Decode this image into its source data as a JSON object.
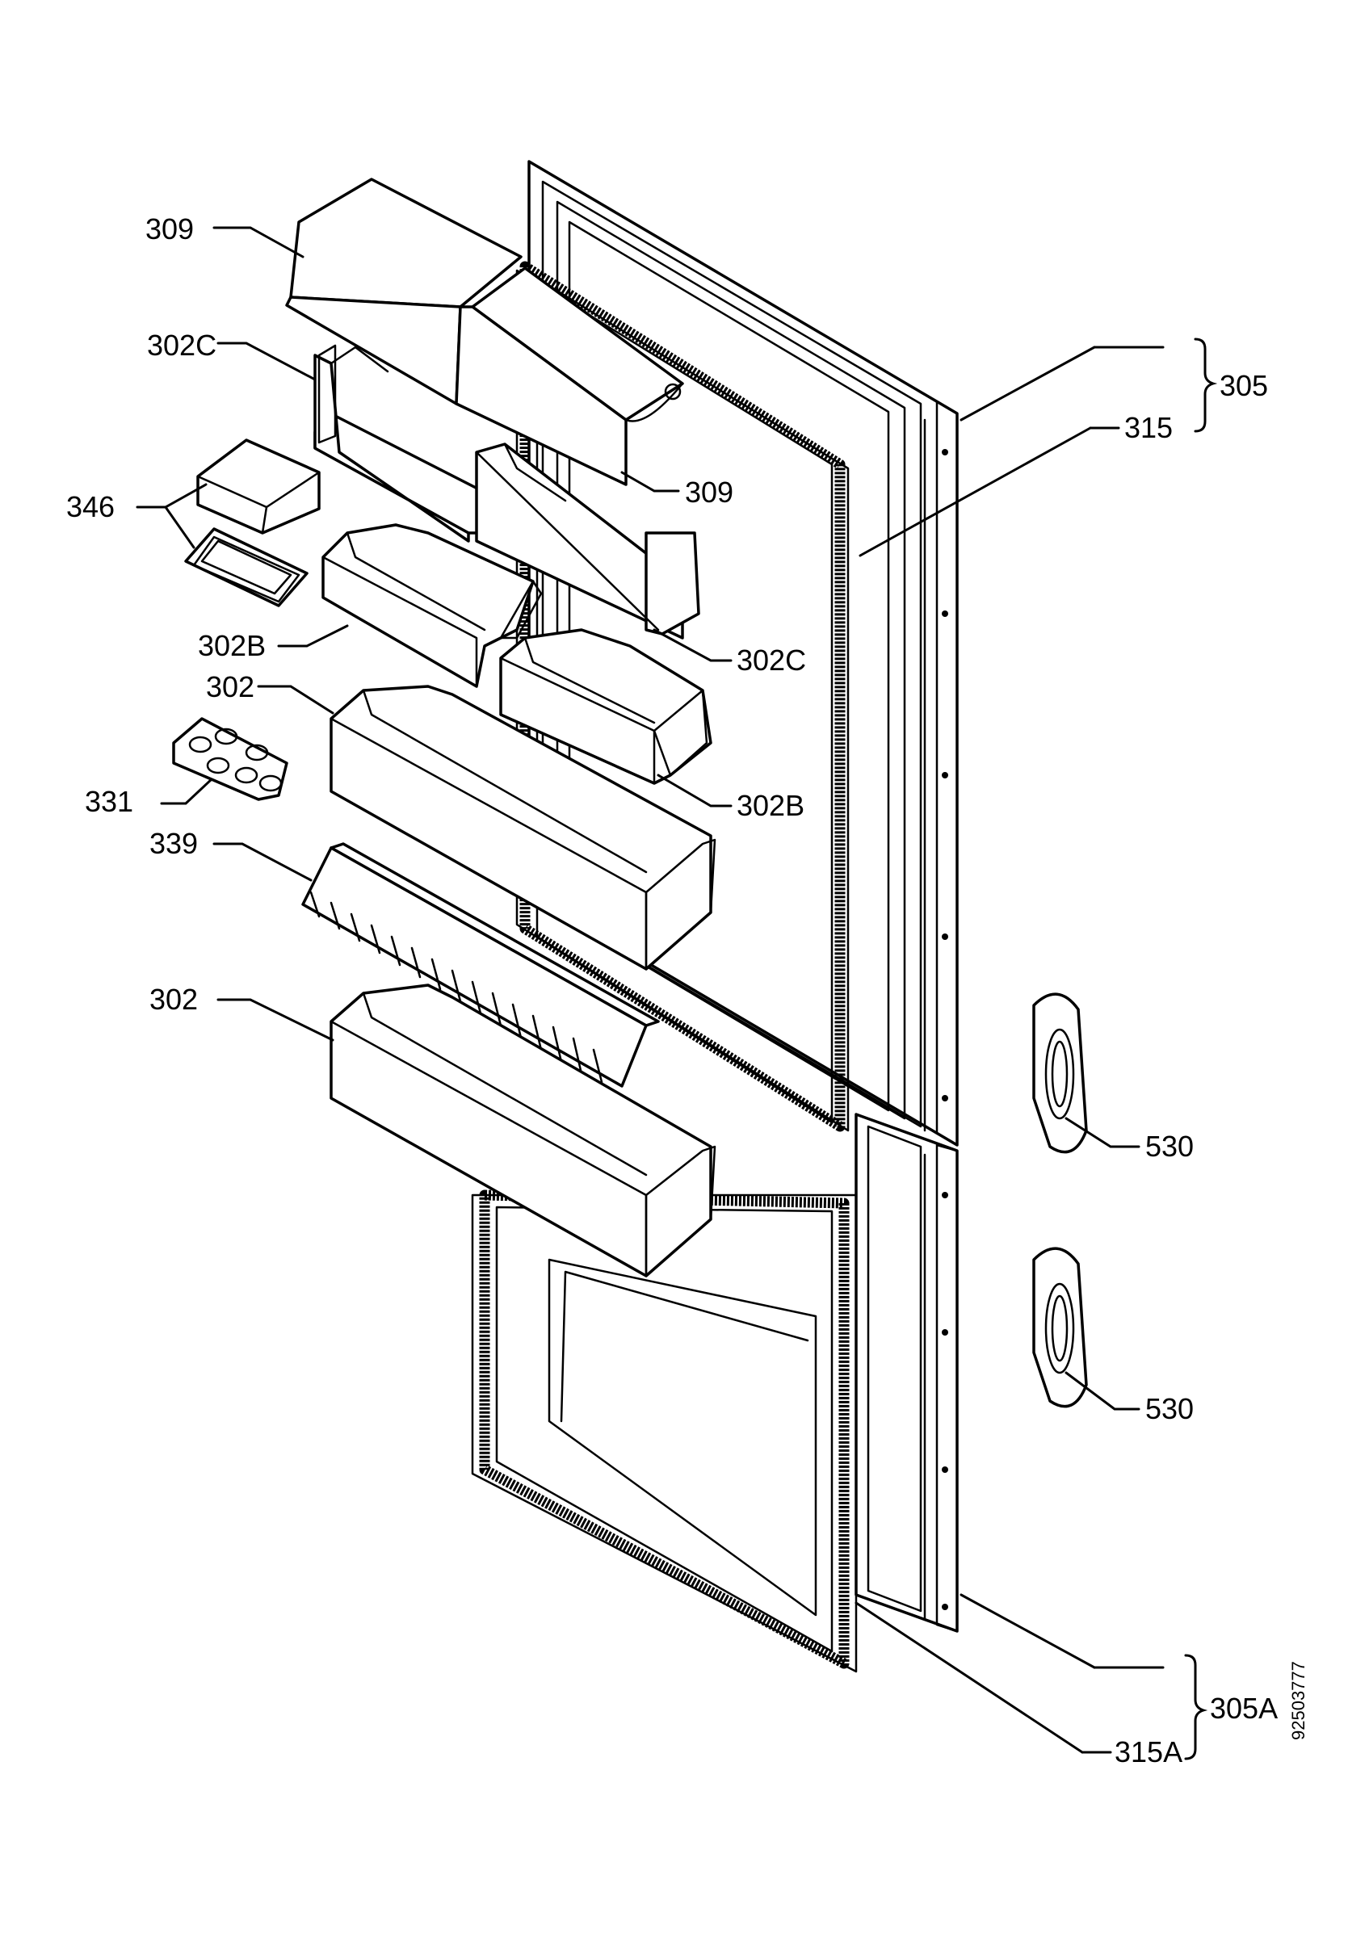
{
  "labels": {
    "l309a": "309",
    "l302c_left": "302C",
    "l346": "346",
    "l302b_left": "302B",
    "l302_upper": "302",
    "l331": "331",
    "l339": "339",
    "l302_lower": "302",
    "l305": "305",
    "l315": "315",
    "l309b": "309",
    "l302c_right": "302C",
    "l302b_right": "302B",
    "l530_upper": "530",
    "l530_lower": "530",
    "l305a": "305A",
    "l315a": "315A"
  },
  "doc_number": "92503777"
}
